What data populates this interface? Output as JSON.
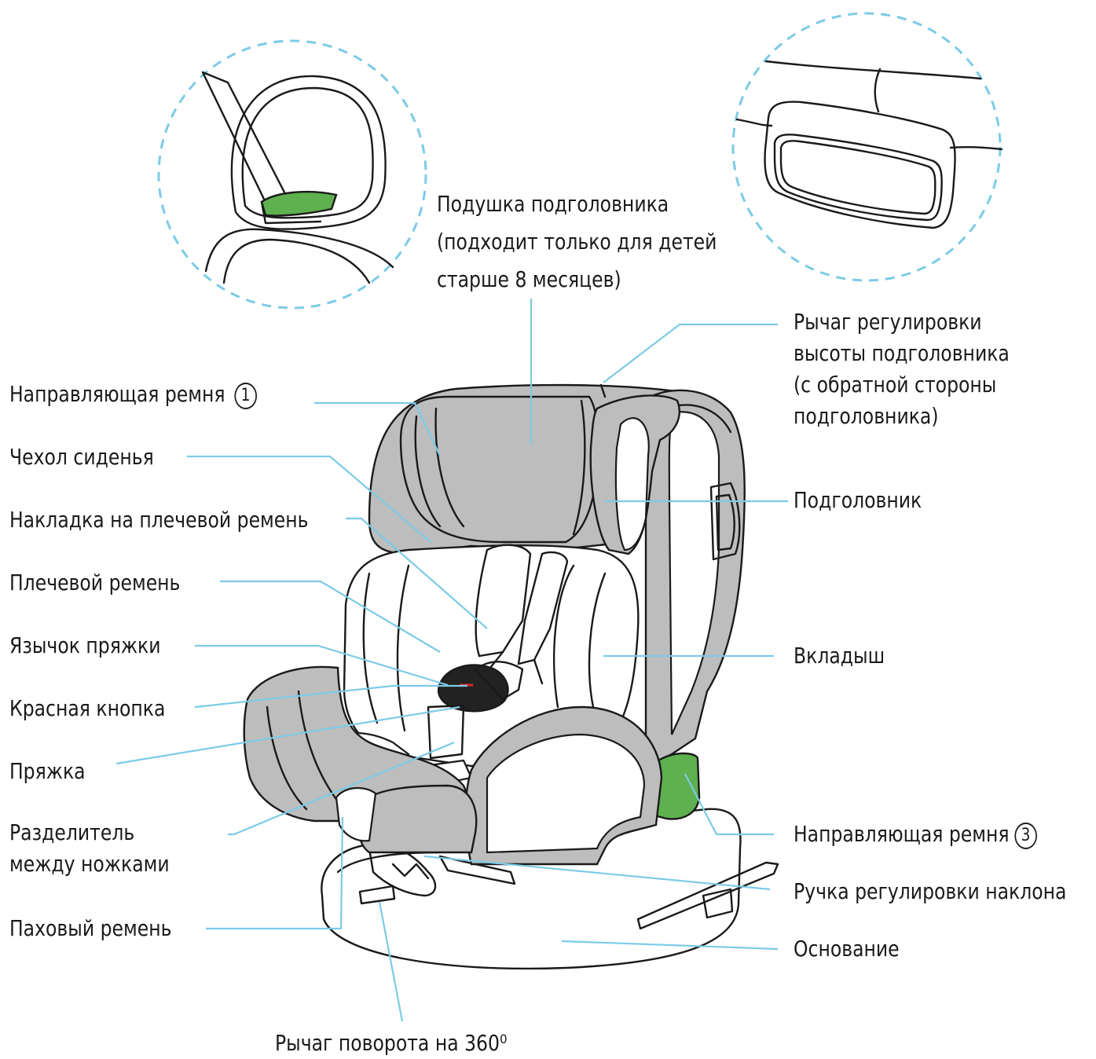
{
  "labels": {
    "headrest_pillow": "Подушка подголовника\n(подходит только для детей\nстарше 8 месяцев)",
    "belt_guide_1": "Направляющая ремня",
    "belt_guide_1_num": "1",
    "seat_cover": "Чехол сиденья",
    "shoulder_pad": "Накладка на плечевой ремень",
    "shoulder_belt": "Плечевой ремень",
    "buckle_tongue": "Язычок пряжки",
    "red_button": "Красная кнопка",
    "buckle": "Пряжка",
    "leg_divider": "Разделитель\nмежду ножками",
    "crotch_strap": "Паховый ремень",
    "rotation_lever": "Рычаг поворота на 360⁰",
    "headrest_lever": "Рычаг регулировки\nвысоты подголовника\n(с обратной стороны\nподголовника)",
    "headrest": "Подголовник",
    "insert": "Вкладыш",
    "belt_guide_3": "Направляющая ремня",
    "belt_guide_3_num": "3",
    "recline_handle": "Ручка регулировки наклона",
    "base": "Основание"
  },
  "colors": {
    "leader": "#7ccbe6",
    "accent_green": "#5fb04f",
    "upholstery_gray": "#bdbdbd",
    "outline": "#1a1a1a"
  }
}
